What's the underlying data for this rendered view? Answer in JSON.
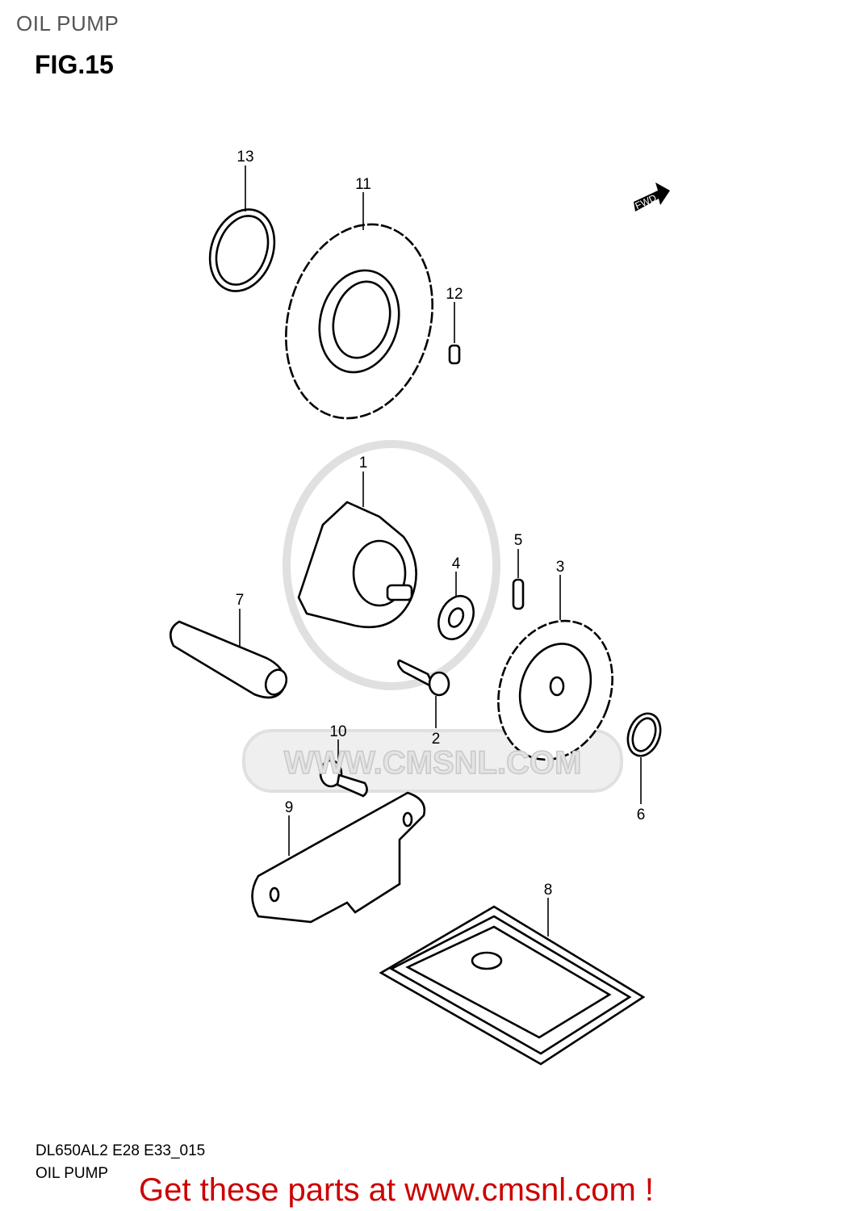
{
  "header": {
    "title": "OIL PUMP",
    "figure": "FIG.15"
  },
  "direction_badge": {
    "text": "FWD",
    "icon": "forward-arrow-icon"
  },
  "watermark": {
    "text": "WWW.CMSNL.COM"
  },
  "callouts": [
    "13",
    "11",
    "12",
    "1",
    "5",
    "4",
    "3",
    "7",
    "10",
    "2",
    "9",
    "6",
    "8"
  ],
  "footer": {
    "code": "DL650AL2 E28 E33_015",
    "subtitle": "OIL PUMP",
    "promo": "Get these parts at www.cmsnl.com !",
    "promo_color": "#cc0000"
  }
}
